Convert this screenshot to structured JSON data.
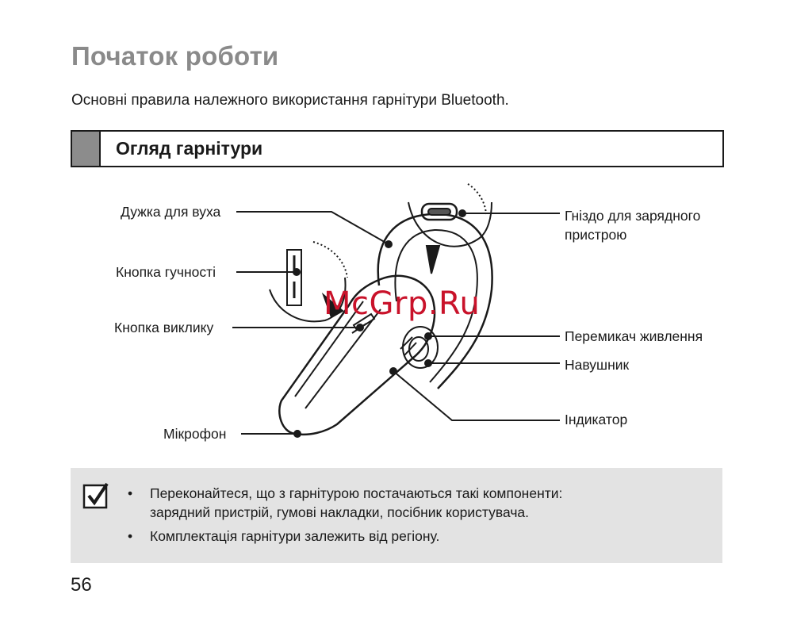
{
  "page": {
    "title": "Початок роботи",
    "intro": "Основні правила належного використання гарнітури Bluetooth.",
    "section_title": "Огляд гарнітури",
    "page_number": "56",
    "watermark": "McGrp.Ru"
  },
  "diagram": {
    "labels": {
      "ear_hook": "Дужка для вуха",
      "volume_key": "Кнопка гучності",
      "call_key": "Кнопка виклику",
      "microphone": "Мікрофон",
      "charger_jack_line1": "Гніздо для зарядного",
      "charger_jack_line2": "пристрою",
      "power_switch": "Перемикач живлення",
      "earpiece": "Навушник",
      "indicator": "Індикатор"
    }
  },
  "note": {
    "icon": "checkbox-check-icon",
    "bullet": "•",
    "items": [
      {
        "line1": "Переконайтеся, що з гарнітурою постачаються такі компоненти:",
        "line2": "зарядний пристрій, гумові накладки, посібник користувача."
      },
      {
        "line1": "Комплектація гарнітури залежить від регіону."
      }
    ]
  },
  "colors": {
    "title_gray": "#8a8a8a",
    "tab_gray": "#8c8c8c",
    "note_bg": "#e3e3e3",
    "watermark_red": "#c9122a"
  }
}
